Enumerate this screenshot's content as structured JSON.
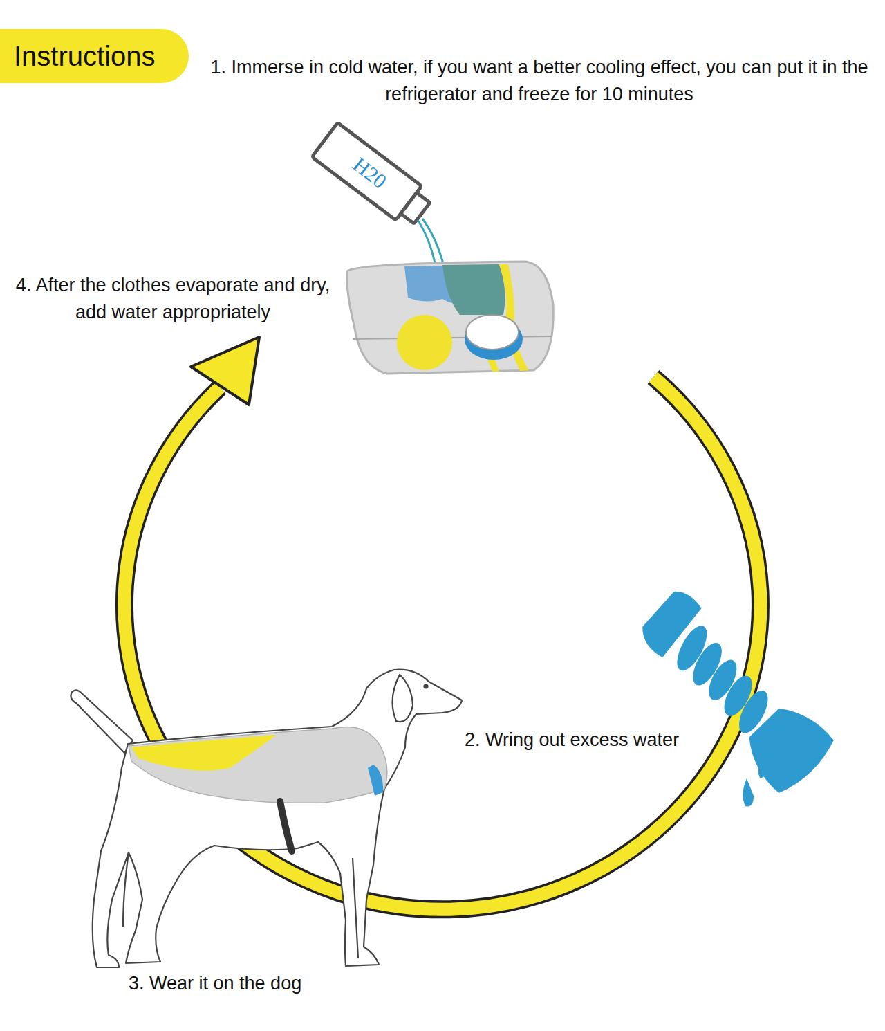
{
  "diagram": {
    "nodes": [
      {
        "text": [
          "Instructions"
        ]
      }
    ],
    "labels": [
      "1. Immerse in cold water, if you want a better cooling effect, you can put it in the refrigerator and freeze for 10 minutes",
      "H20",
      "4. After the clothes evaporate and dry, add water appropriately",
      "2. Wring out excess water",
      "3. Wear it on the dog"
    ]
  }
}
